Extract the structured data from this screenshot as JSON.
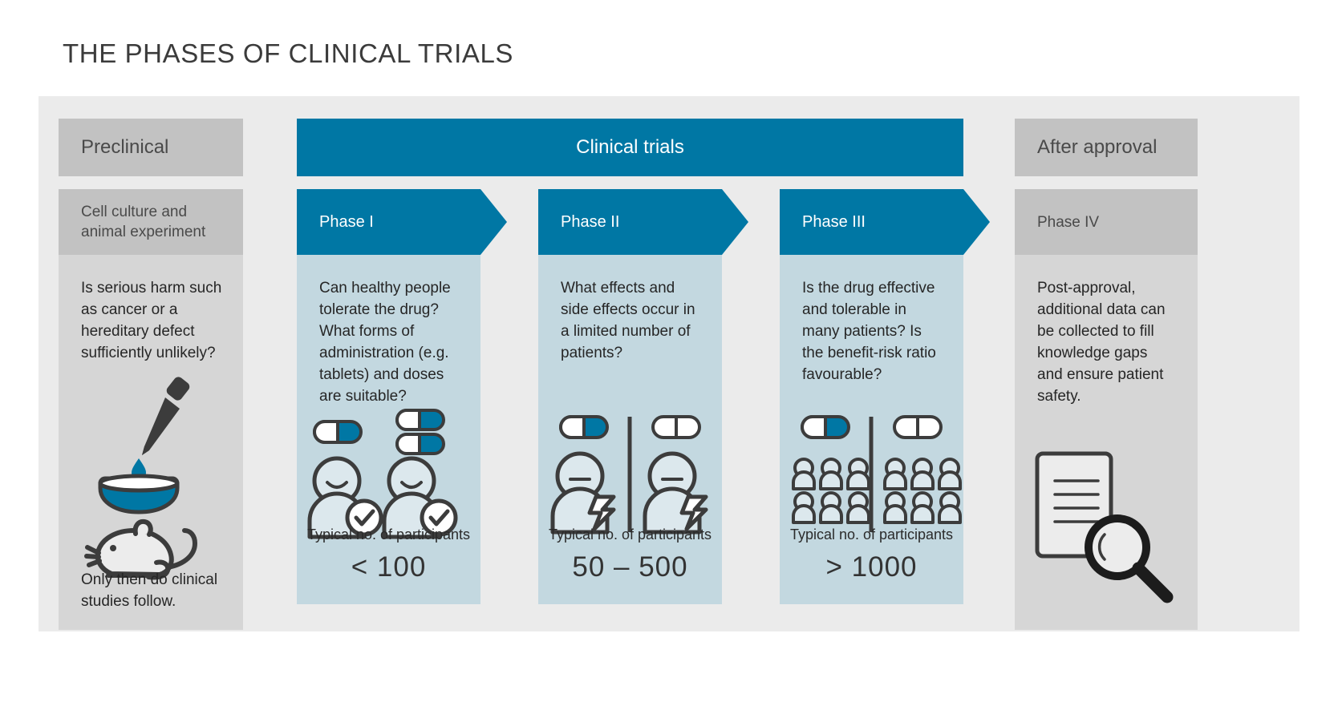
{
  "title": "THE PHASES OF CLINICAL TRIALS",
  "colors": {
    "brand_blue": "#0077a4",
    "panel_blue": "#c3d8e0",
    "header_grey": "#c2c2c2",
    "panel_grey": "#d6d6d6",
    "board_grey": "#ebebeb",
    "text_dark": "#262626",
    "icon_stroke": "#3c3c3c"
  },
  "bands": {
    "preclinical": "Preclinical",
    "clinical_trials": "Clinical trials",
    "after_approval": "After approval"
  },
  "preclinical": {
    "subhead": "Cell culture and animal experiment",
    "body": "Is serious harm such as cancer or a hereditary defect sufficiently unlikely?",
    "footer": "Only then do clinical studies follow.",
    "icons": [
      "pipette-icon",
      "petri-dish-icon",
      "mouse-icon"
    ]
  },
  "phases": [
    {
      "header": "Phase I",
      "body": "Can healthy people tolerate the drug? What forms of administration (e.g. tablets) and doses are suitable?",
      "participants_label": "Typical no. of participants",
      "participants_value": "< 100",
      "icons": [
        "capsule-single-icon",
        "capsule-double-icon",
        "person-check-icon",
        "person-check-icon"
      ],
      "divider": false
    },
    {
      "header": "Phase II",
      "body": "What effects and side effects occur in a limited number of patients?",
      "participants_label": "Typical no. of participants",
      "participants_value": "50 – 500",
      "icons": [
        "capsule-drug-icon",
        "capsule-placebo-icon",
        "person-sideeffect-icon",
        "person-sideeffect-icon"
      ],
      "divider": true
    },
    {
      "header": "Phase III",
      "body": "Is the drug effective and tolerable in many patients? Is the benefit-risk ratio favourable?",
      "participants_label": "Typical no. of participants",
      "participants_value": "> 1000",
      "icons": [
        "capsule-drug-icon",
        "capsule-placebo-icon",
        "people-group-icon",
        "people-group-icon"
      ],
      "divider": true
    }
  ],
  "after_approval": {
    "subhead": "Phase IV",
    "body": "Post-approval, additional data can be collected to fill knowledge gaps and ensure patient safety.",
    "icons": [
      "document-icon",
      "magnifier-icon"
    ]
  }
}
